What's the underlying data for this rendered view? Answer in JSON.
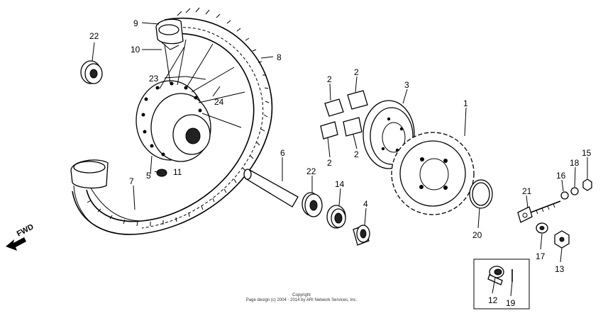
{
  "callouts": {
    "c1": "1",
    "c2a": "2",
    "c2b": "2",
    "c2c": "2",
    "c2d": "2",
    "c3": "3",
    "c4": "4",
    "c5": "5",
    "c6": "6",
    "c7": "7",
    "c8": "8",
    "c9": "9",
    "c10": "10",
    "c11": "11",
    "c12": "12",
    "c13": "13",
    "c14": "14",
    "c15": "15",
    "c16": "16",
    "c17": "17",
    "c18": "18",
    "c19": "19",
    "c20": "20",
    "c21": "21",
    "c22a": "22",
    "c22b": "22",
    "c23": "23",
    "c24": "24"
  },
  "fwd_label": "FWD",
  "copyright": {
    "line1": "Copyright",
    "line2": "Page design (c) 2004 - 2014 by ARI Network Services, Inc."
  }
}
